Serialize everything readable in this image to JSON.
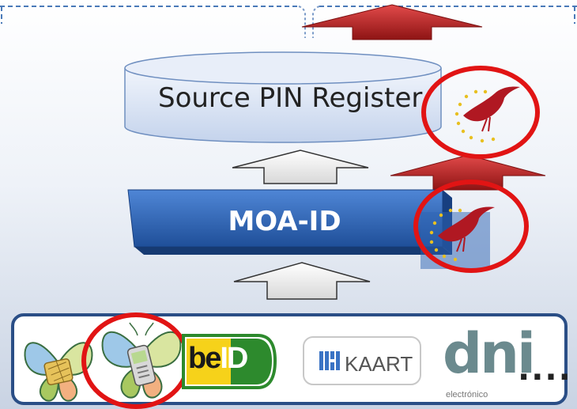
{
  "source_pin_register": {
    "label": "Source PIN Register"
  },
  "moa_id": {
    "label": "MOA-ID"
  },
  "tokens": {
    "kaart_label": "KAART",
    "dni_label": "dni",
    "dni_sub": "electrónico",
    "ellipsis": "...."
  },
  "colors": {
    "register_fill": "#dce6f5",
    "moa_fill": "#2e64b4",
    "up_arrow_red": "#c0262a",
    "up_arrow_gray": "#e0e0e0",
    "highlight_circle": "#e11414",
    "dashed_border": "#4a7ab8",
    "token_panel_border": "#2a4e86"
  },
  "icons": [
    "stork-logo-icon",
    "eu-stars-icon",
    "butterfly-chip-card-icon",
    "butterfly-mobile-icon",
    "beid-logo",
    "kaart-logo",
    "dni-logo"
  ]
}
